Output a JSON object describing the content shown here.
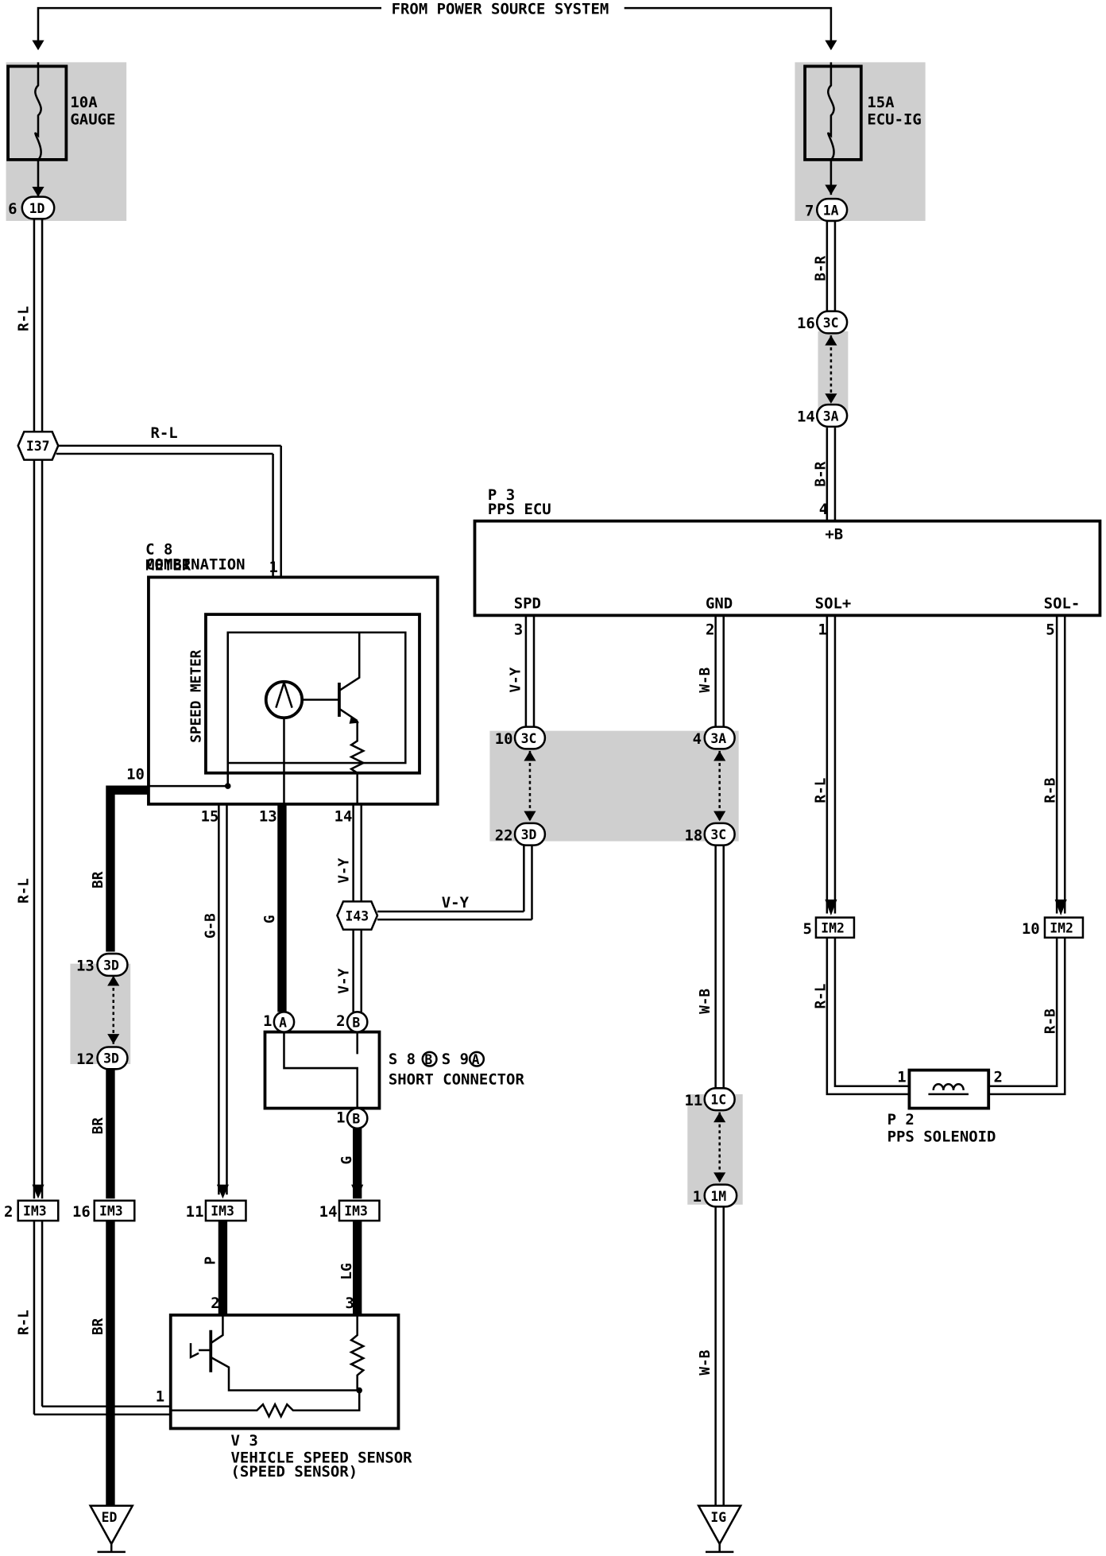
{
  "title": "FROM POWER SOURCE SYSTEM",
  "fuses": [
    {
      "rating": "10A",
      "name": "GAUGE"
    },
    {
      "rating": "15A",
      "name": "ECU-IG"
    }
  ],
  "components": {
    "combination_meter": {
      "id": "C 8",
      "line1": "COMBINATION",
      "line2": "METER",
      "inner": "SPEED METER"
    },
    "pps_ecu": {
      "id": "P 3",
      "name": "PPS ECU",
      "pins": {
        "b": "+B",
        "spd": "SPD",
        "gnd": "GND",
        "sol_plus": "SOL+",
        "sol_minus": "SOL-"
      }
    },
    "short_connector": {
      "id": "S 8",
      "id_b": "B",
      "id2": "S 9",
      "id_a": "A",
      "name": "SHORT CONNECTOR"
    },
    "pps_solenoid": {
      "id": "P 2",
      "name": "PPS SOLENOID"
    },
    "speed_sensor": {
      "id": "V 3",
      "line1": "VEHICLE SPEED SENSOR",
      "line2": "(SPEED SENSOR)"
    }
  },
  "connectors": {
    "c1D": "1D",
    "c1A": "1A",
    "c3C_16": "3C",
    "c3A_14": "3A",
    "c3C_10": "3C",
    "c3D_22": "3D",
    "c3A_4": "3A",
    "c3C_18": "3C",
    "c3D_13": "3D",
    "c3D_12": "3D",
    "c1C": "1C",
    "c1M": "1M",
    "i37": "I37",
    "i43": "I43",
    "im2_5": "IM2",
    "im2_10": "IM2",
    "im3_2": "IM3",
    "im3_16": "IM3",
    "im3_11": "IM3",
    "im3_14": "IM3",
    "sA": "A",
    "sB1": "B",
    "sB2": "B"
  },
  "pins": {
    "p6": "6",
    "p7": "7",
    "p16": "16",
    "p14": "14",
    "p4": "4",
    "p10": "10",
    "p22": "22",
    "p4b": "4",
    "p18": "18",
    "p13": "13",
    "p12": "12",
    "p11": "11",
    "p1": "1",
    "p3": "3",
    "p2": "2",
    "p1b": "1",
    "p5": "5",
    "cm1": "1",
    "cm10": "10",
    "cm15": "15",
    "cm13": "13",
    "cm14": "14",
    "s1": "1",
    "s2": "2",
    "s1b": "1",
    "im2a": "5",
    "im2b": "10",
    "im3a": "2",
    "im3b": "16",
    "im3c": "11",
    "im3d": "14",
    "sol1": "1",
    "sol2": "2",
    "vs2": "2",
    "vs3": "3",
    "vs1": "1"
  },
  "wire_colors": {
    "rl": "R-L",
    "br": "B-R",
    "vy": "V-Y",
    "wb": "W-B",
    "rb": "R-B",
    "gb": "G-B",
    "g": "G",
    "brn": "BR",
    "p": "P",
    "lg": "LG"
  },
  "grounds": {
    "ed": "ED",
    "ig": "IG"
  }
}
